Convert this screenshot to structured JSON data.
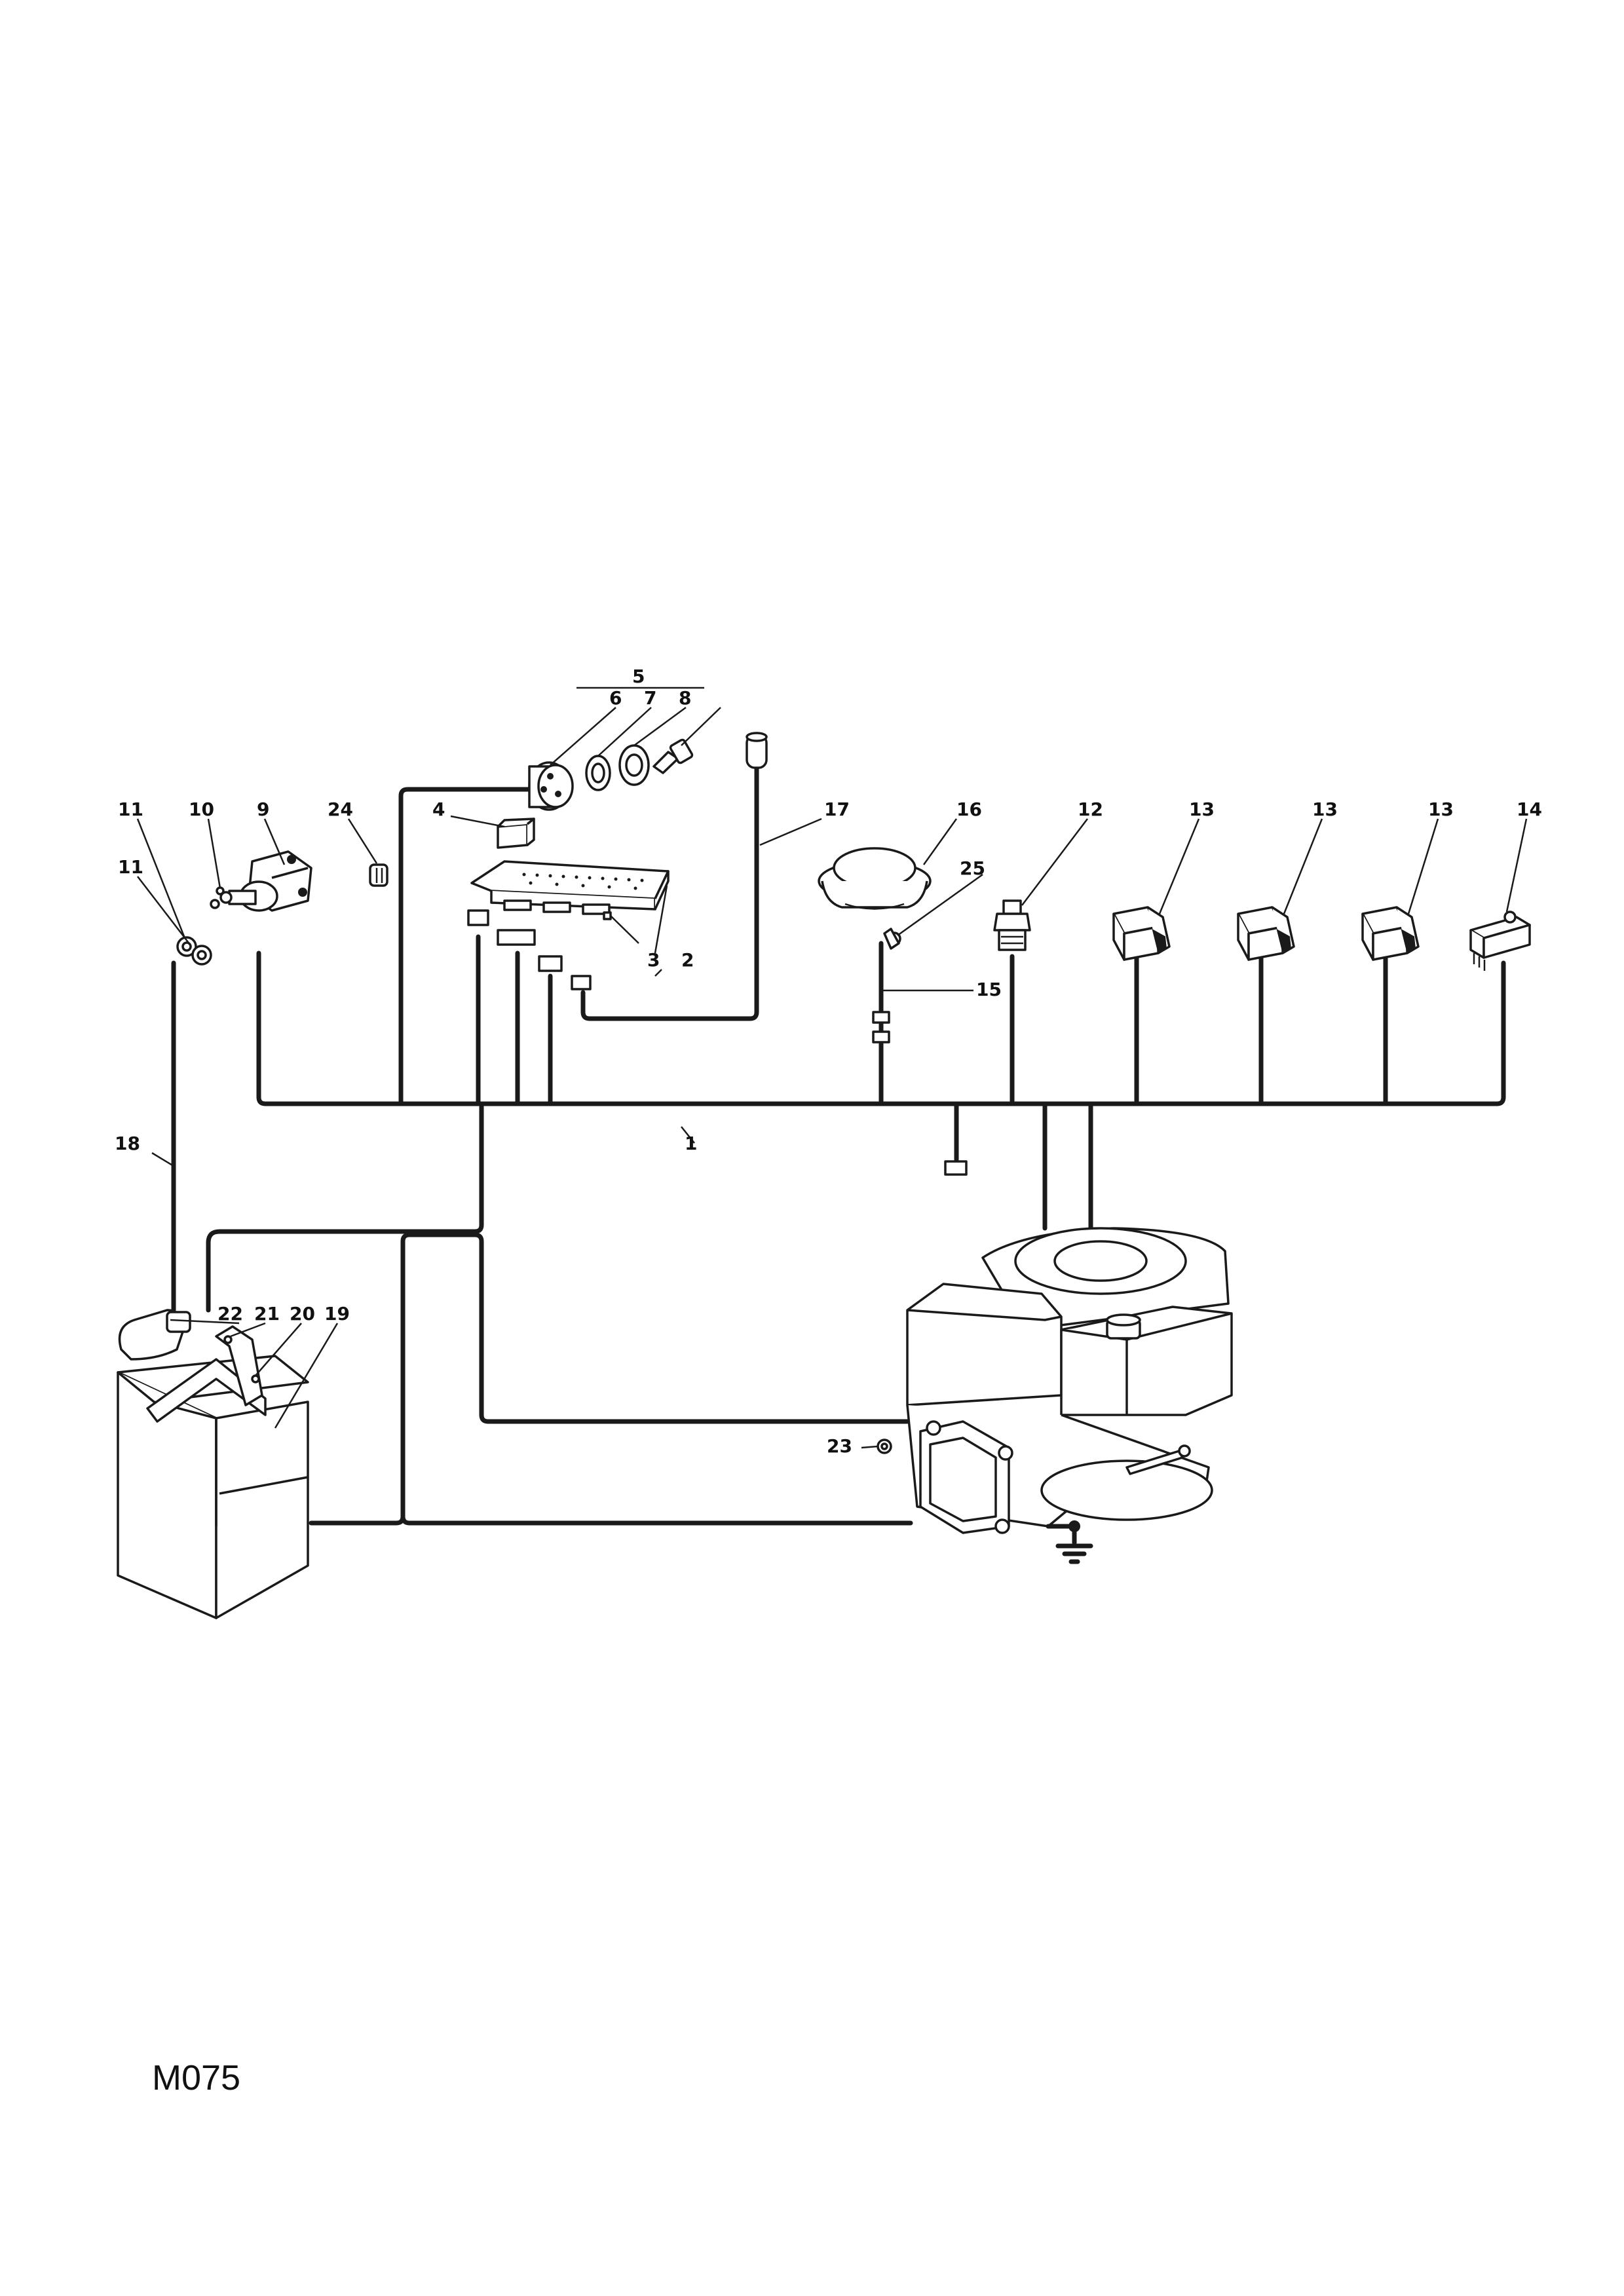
{
  "diagram_code": "M075",
  "callouts": [
    {
      "id": "c1",
      "text": "1"
    },
    {
      "id": "c2",
      "text": "2"
    },
    {
      "id": "c3",
      "text": "3"
    },
    {
      "id": "c4",
      "text": "4"
    },
    {
      "id": "c5",
      "text": "5"
    },
    {
      "id": "c6",
      "text": "6"
    },
    {
      "id": "c7",
      "text": "7"
    },
    {
      "id": "c8",
      "text": "8"
    },
    {
      "id": "c9",
      "text": "9"
    },
    {
      "id": "c10",
      "text": "10"
    },
    {
      "id": "c11a",
      "text": "11"
    },
    {
      "id": "c11b",
      "text": "11"
    },
    {
      "id": "c12",
      "text": "12"
    },
    {
      "id": "c13a",
      "text": "13"
    },
    {
      "id": "c13b",
      "text": "13"
    },
    {
      "id": "c13c",
      "text": "13"
    },
    {
      "id": "c14",
      "text": "14"
    },
    {
      "id": "c15",
      "text": "15"
    },
    {
      "id": "c16",
      "text": "16"
    },
    {
      "id": "c17",
      "text": "17"
    },
    {
      "id": "c18",
      "text": "18"
    },
    {
      "id": "c19",
      "text": "19"
    },
    {
      "id": "c20",
      "text": "20"
    },
    {
      "id": "c21",
      "text": "21"
    },
    {
      "id": "c22",
      "text": "22"
    },
    {
      "id": "c23",
      "text": "23"
    },
    {
      "id": "c24",
      "text": "24"
    },
    {
      "id": "c25",
      "text": "25"
    }
  ]
}
